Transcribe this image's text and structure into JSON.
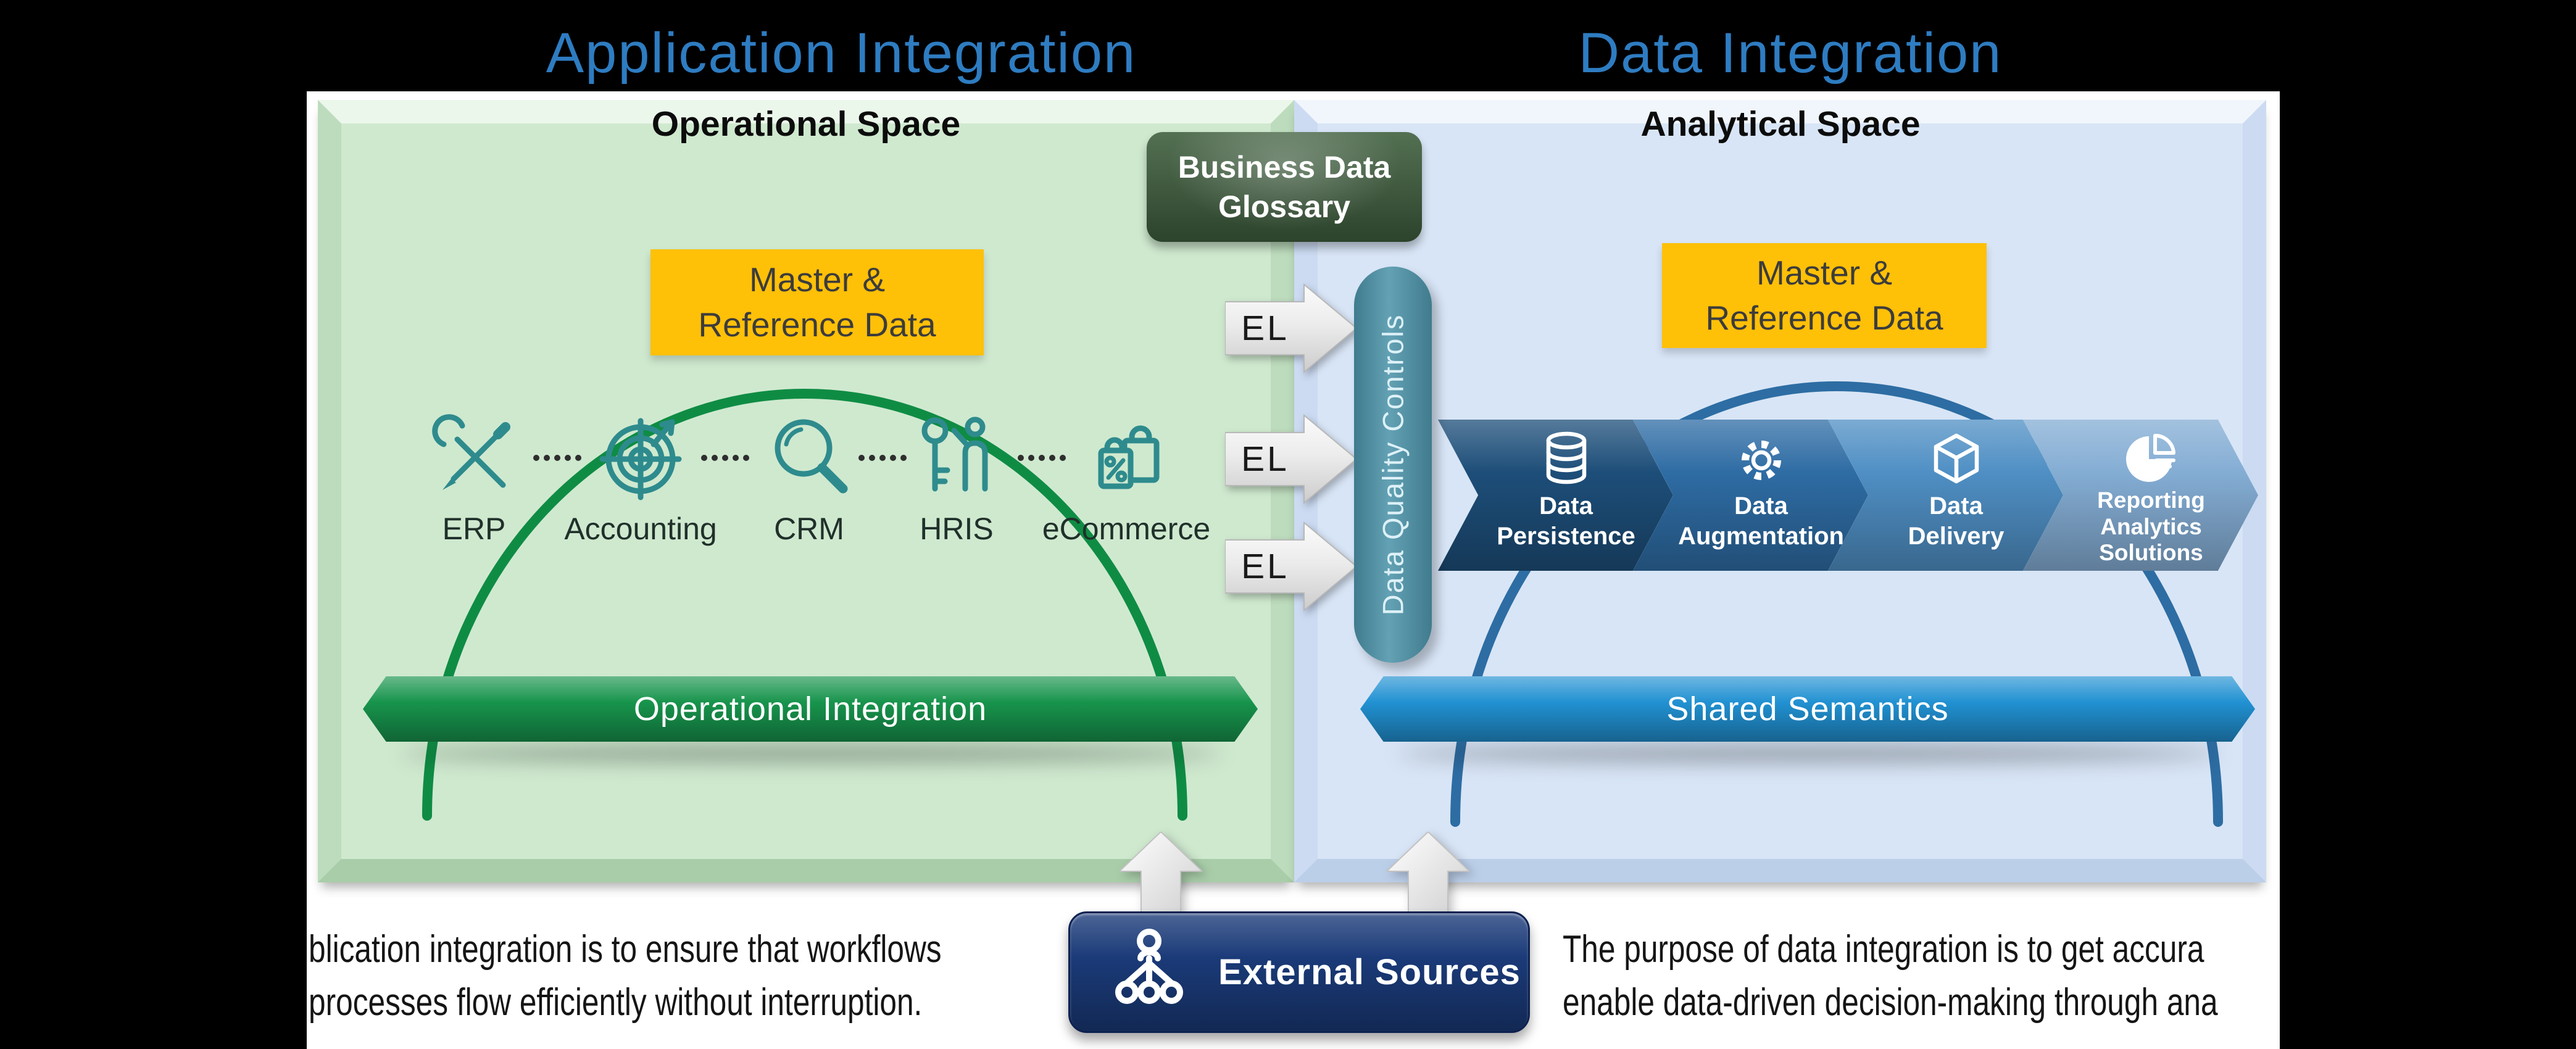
{
  "colors": {
    "title_blue": "#2e7cc1",
    "panel_green": "#cfe9cf",
    "panel_blue": "#d8e5f6",
    "arc_green": "#0f8c44",
    "arc_blue": "#2d6da3",
    "gold": "#ffc008",
    "glossary_green": "#40603f",
    "capsule_teal": "#4c93a9",
    "chev1": "#1d4e79",
    "chev2": "#2e6ca4",
    "chev3": "#4f8fc4",
    "chev4": "#84add4",
    "banner_green": "#17944c",
    "banner_blue": "#2191d2",
    "navy": "#1a3a78",
    "icon_teal": "#2e8b8d"
  },
  "titles": {
    "left": "Application Integration",
    "right": "Data Integration"
  },
  "operational": {
    "header": "Operational Space",
    "master_line1": "Master &",
    "master_line2": "Reference Data",
    "systems": [
      {
        "label": "ERP",
        "icon": "wrench-pencil-icon"
      },
      {
        "label": "Accounting",
        "icon": "target-icon"
      },
      {
        "label": "CRM",
        "icon": "magnifier-icon"
      },
      {
        "label": "HRIS",
        "icon": "key-person-icon"
      },
      {
        "label": "eCommerce",
        "icon": "shopping-bags-icon"
      }
    ],
    "banner": "Operational Integration"
  },
  "analytical": {
    "header": "Analytical Space",
    "master_line1": "Master &",
    "master_line2": "Reference Data",
    "pipeline": [
      {
        "line1": "Data",
        "line2": "Persistence",
        "icon": "database-icon"
      },
      {
        "line1": "Data",
        "line2": "Augmentation",
        "icon": "gear-icon"
      },
      {
        "line1": "Data",
        "line2": "Delivery",
        "icon": "cube-icon"
      },
      {
        "line1": "Reporting",
        "line2": "Analytics",
        "line3": "Solutions",
        "icon": "pie-chart-icon"
      }
    ],
    "banner": "Shared Semantics"
  },
  "middle": {
    "glossary_line1": "Business Data",
    "glossary_line2": "Glossary",
    "el1": "EL",
    "el2": "EL",
    "el3": "EL",
    "quality": "Data Quality Controls"
  },
  "bottom": {
    "external": "External Sources",
    "external_icon": "org-network-icon",
    "left_line1": "blication integration is to ensure that workflows",
    "left_line2": "processes flow efficiently without interruption.",
    "right_line1": "The purpose of data integration is to get accura",
    "right_line2": "enable data-driven decision-making through ana"
  }
}
